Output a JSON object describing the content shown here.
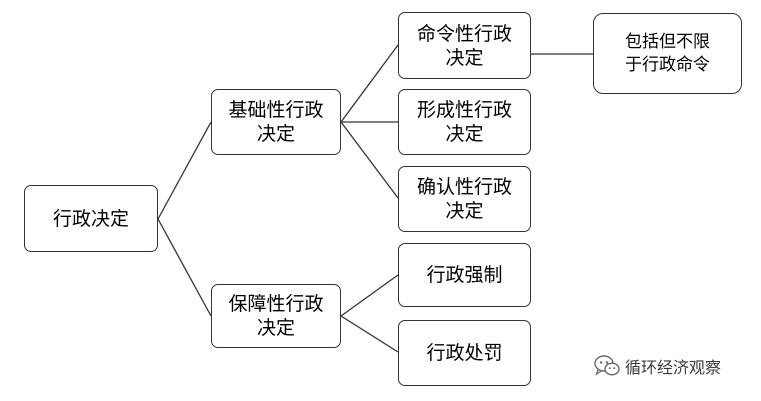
{
  "nodes": {
    "root": {
      "lines": [
        "行政决定"
      ]
    },
    "basic": {
      "lines": [
        "基础性行政",
        "决定"
      ]
    },
    "guarantee": {
      "lines": [
        "保障性行政",
        "决定"
      ]
    },
    "imperative": {
      "lines": [
        "命令性行政",
        "决定"
      ]
    },
    "formative": {
      "lines": [
        "形成性行政",
        "决定"
      ]
    },
    "confirmatory": {
      "lines": [
        "确认性行政",
        "决定"
      ]
    },
    "enforcement": {
      "lines": [
        "行政强制"
      ]
    },
    "penalty": {
      "lines": [
        "行政处罚"
      ]
    },
    "note": {
      "lines": [
        "包括但不限",
        "于行政命令"
      ]
    }
  },
  "watermark": {
    "text": "循环经济观察",
    "icon": "wechat-icon"
  }
}
